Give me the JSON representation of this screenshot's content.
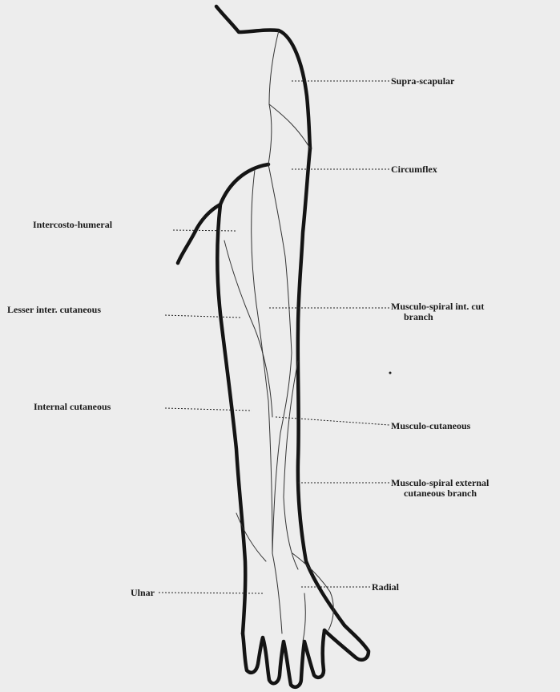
{
  "labels": {
    "supra_scapular": "Supra-scapular",
    "circumflex": "Circumflex",
    "intercosto_humeral": "Intercosto-humeral",
    "lesser_inter_cutaneous": "Lesser inter. cutaneous",
    "musculo_spiral_int_line1": "Musculo-spiral int. cut",
    "musculo_spiral_int_line2": "branch",
    "internal_cutaneous": "Internal cutaneous",
    "musculo_cutaneous": "Musculo-cutaneous",
    "musculo_spiral_ext_line1": "Musculo-spiral external",
    "musculo_spiral_ext_line2": "cutaneous branch",
    "ulnar": "Ulnar",
    "radial": "Radial"
  }
}
